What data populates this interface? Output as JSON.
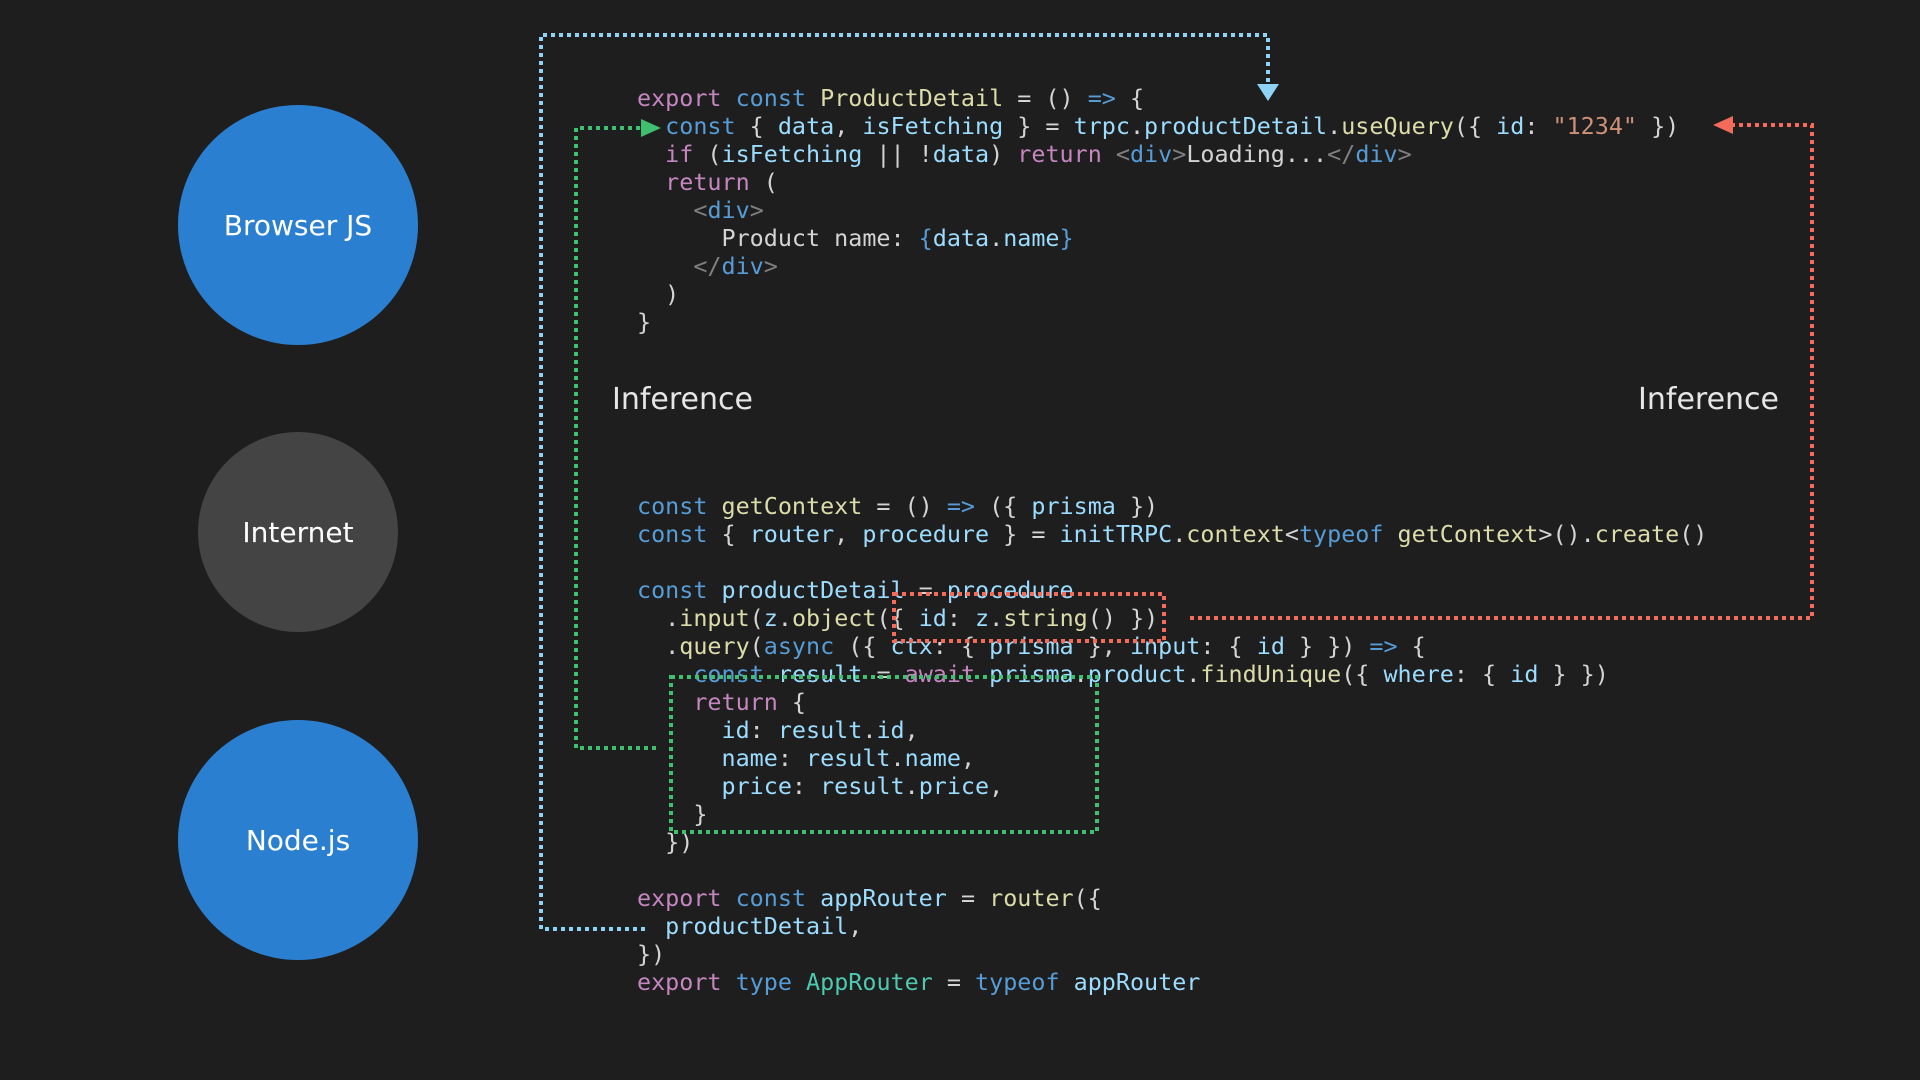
{
  "nodes": {
    "browser": {
      "label": "Browser JS",
      "color": "#2a7fd0"
    },
    "internet": {
      "label": "Internet",
      "color": "#444444"
    },
    "node": {
      "label": "Node.js",
      "color": "#2a7fd0"
    }
  },
  "labels": {
    "inference_left": "Inference",
    "inference_right": "Inference"
  },
  "code": {
    "client": [
      [
        [
          "kw",
          "export"
        ],
        [
          "pl",
          " "
        ],
        [
          "dc",
          "const"
        ],
        [
          "pl",
          " "
        ],
        [
          "fn",
          "ProductDetail"
        ],
        [
          "pl",
          " = () "
        ],
        [
          "dc",
          "=>"
        ],
        [
          "pl",
          " {"
        ]
      ],
      [
        [
          "pl",
          "  "
        ],
        [
          "dc",
          "const"
        ],
        [
          "pl",
          " { "
        ],
        [
          "vr",
          "data"
        ],
        [
          "pl",
          ", "
        ],
        [
          "vr",
          "isFetching"
        ],
        [
          "pl",
          " } = "
        ],
        [
          "vr",
          "trpc"
        ],
        [
          "pl",
          "."
        ],
        [
          "vr",
          "productDetail"
        ],
        [
          "pl",
          "."
        ],
        [
          "fn",
          "useQuery"
        ],
        [
          "pl",
          "({ "
        ],
        [
          "vr",
          "id"
        ],
        [
          "pl",
          ": "
        ],
        [
          "str",
          "\"1234\""
        ],
        [
          "pl",
          " })"
        ]
      ],
      [
        [
          "pl",
          "  "
        ],
        [
          "kw",
          "if"
        ],
        [
          "pl",
          " ("
        ],
        [
          "vr",
          "isFetching"
        ],
        [
          "pl",
          " || !"
        ],
        [
          "vr",
          "data"
        ],
        [
          "pl",
          ") "
        ],
        [
          "kw",
          "return"
        ],
        [
          "pl",
          " "
        ],
        [
          "tag",
          "<"
        ],
        [
          "jt",
          "div"
        ],
        [
          "tag",
          ">"
        ],
        [
          "pl",
          "Loading..."
        ],
        [
          "tag",
          "</"
        ],
        [
          "jt",
          "div"
        ],
        [
          "tag",
          ">"
        ]
      ],
      [
        [
          "pl",
          "  "
        ],
        [
          "kw",
          "return"
        ],
        [
          "pl",
          " ("
        ]
      ],
      [
        [
          "pl",
          "    "
        ],
        [
          "tag",
          "<"
        ],
        [
          "jt",
          "div"
        ],
        [
          "tag",
          ">"
        ]
      ],
      [
        [
          "pl",
          "      Product name: "
        ],
        [
          "jt",
          "{"
        ],
        [
          "vr",
          "data"
        ],
        [
          "pl",
          "."
        ],
        [
          "vr",
          "name"
        ],
        [
          "jt",
          "}"
        ]
      ],
      [
        [
          "pl",
          "    "
        ],
        [
          "tag",
          "</"
        ],
        [
          "jt",
          "div"
        ],
        [
          "tag",
          ">"
        ]
      ],
      [
        [
          "pl",
          "  )"
        ]
      ],
      [
        [
          "pl",
          "}"
        ]
      ]
    ],
    "server": [
      [
        [
          "dc",
          "const"
        ],
        [
          "pl",
          " "
        ],
        [
          "fn",
          "getContext"
        ],
        [
          "pl",
          " = () "
        ],
        [
          "dc",
          "=>"
        ],
        [
          "pl",
          " ({ "
        ],
        [
          "vr",
          "prisma"
        ],
        [
          "pl",
          " })"
        ]
      ],
      [
        [
          "dc",
          "const"
        ],
        [
          "pl",
          " { "
        ],
        [
          "vr",
          "router"
        ],
        [
          "pl",
          ", "
        ],
        [
          "vr",
          "procedure"
        ],
        [
          "pl",
          " } = "
        ],
        [
          "vr",
          "initTRPC"
        ],
        [
          "pl",
          "."
        ],
        [
          "fn",
          "context"
        ],
        [
          "pl",
          "<"
        ],
        [
          "dc",
          "typeof"
        ],
        [
          "pl",
          " "
        ],
        [
          "fn",
          "getContext"
        ],
        [
          "pl",
          ">()."
        ],
        [
          "fn",
          "create"
        ],
        [
          "pl",
          "()"
        ]
      ],
      [
        [
          "pl",
          " "
        ]
      ],
      [
        [
          "dc",
          "const"
        ],
        [
          "pl",
          " "
        ],
        [
          "vr",
          "productDetail"
        ],
        [
          "pl",
          " = "
        ],
        [
          "vr",
          "procedure"
        ]
      ],
      [
        [
          "pl",
          "  ."
        ],
        [
          "fn",
          "input"
        ],
        [
          "pl",
          "("
        ],
        [
          "vr",
          "z"
        ],
        [
          "pl",
          "."
        ],
        [
          "fn",
          "object"
        ],
        [
          "pl",
          "({ "
        ],
        [
          "vr",
          "id"
        ],
        [
          "pl",
          ": "
        ],
        [
          "vr",
          "z"
        ],
        [
          "pl",
          "."
        ],
        [
          "fn",
          "string"
        ],
        [
          "pl",
          "() })"
        ]
      ],
      [
        [
          "pl",
          "  ."
        ],
        [
          "fn",
          "query"
        ],
        [
          "pl",
          "("
        ],
        [
          "dc",
          "async"
        ],
        [
          "pl",
          " ({ "
        ],
        [
          "vr",
          "ctx"
        ],
        [
          "pl",
          ": { "
        ],
        [
          "vr",
          "prisma"
        ],
        [
          "pl",
          " }, "
        ],
        [
          "vr",
          "input"
        ],
        [
          "pl",
          ": { "
        ],
        [
          "vr",
          "id"
        ],
        [
          "pl",
          " } }) "
        ],
        [
          "dc",
          "=>"
        ],
        [
          "pl",
          " {"
        ]
      ],
      [
        [
          "pl",
          "    "
        ],
        [
          "dc",
          "const"
        ],
        [
          "pl",
          " "
        ],
        [
          "vr",
          "result"
        ],
        [
          "pl",
          " = "
        ],
        [
          "kw",
          "await"
        ],
        [
          "pl",
          " "
        ],
        [
          "vr",
          "prisma"
        ],
        [
          "pl",
          "."
        ],
        [
          "vr",
          "product"
        ],
        [
          "pl",
          "."
        ],
        [
          "fn",
          "findUnique"
        ],
        [
          "pl",
          "({ "
        ],
        [
          "vr",
          "where"
        ],
        [
          "pl",
          ": { "
        ],
        [
          "vr",
          "id"
        ],
        [
          "pl",
          " } })"
        ]
      ],
      [
        [
          "pl",
          "    "
        ],
        [
          "kw",
          "return"
        ],
        [
          "pl",
          " {"
        ]
      ],
      [
        [
          "pl",
          "      "
        ],
        [
          "vr",
          "id"
        ],
        [
          "pl",
          ": "
        ],
        [
          "vr",
          "result"
        ],
        [
          "pl",
          "."
        ],
        [
          "vr",
          "id"
        ],
        [
          "pl",
          ","
        ]
      ],
      [
        [
          "pl",
          "      "
        ],
        [
          "vr",
          "name"
        ],
        [
          "pl",
          ": "
        ],
        [
          "vr",
          "result"
        ],
        [
          "pl",
          "."
        ],
        [
          "vr",
          "name"
        ],
        [
          "pl",
          ","
        ]
      ],
      [
        [
          "pl",
          "      "
        ],
        [
          "vr",
          "price"
        ],
        [
          "pl",
          ": "
        ],
        [
          "vr",
          "result"
        ],
        [
          "pl",
          "."
        ],
        [
          "vr",
          "price"
        ],
        [
          "pl",
          ","
        ]
      ],
      [
        [
          "pl",
          "    }"
        ]
      ],
      [
        [
          "pl",
          "  })"
        ]
      ],
      [
        [
          "pl",
          " "
        ]
      ],
      [
        [
          "kw",
          "export"
        ],
        [
          "pl",
          " "
        ],
        [
          "dc",
          "const"
        ],
        [
          "pl",
          " "
        ],
        [
          "vr",
          "appRouter"
        ],
        [
          "pl",
          " = "
        ],
        [
          "fn",
          "router"
        ],
        [
          "pl",
          "({"
        ]
      ],
      [
        [
          "pl",
          "  "
        ],
        [
          "vr",
          "productDetail"
        ],
        [
          "pl",
          ","
        ]
      ],
      [
        [
          "pl",
          "})"
        ]
      ],
      [
        [
          "kw",
          "export"
        ],
        [
          "pl",
          " "
        ],
        [
          "dc",
          "type"
        ],
        [
          "pl",
          " "
        ],
        [
          "tp",
          "AppRouter"
        ],
        [
          "pl",
          " = "
        ],
        [
          "dc",
          "typeof"
        ],
        [
          "pl",
          " "
        ],
        [
          "vr",
          "appRouter"
        ]
      ]
    ]
  },
  "colors": {
    "router_arrow": "#8fd3f4",
    "output_inference": "#3fbf6f",
    "input_inference": "#f26b5b"
  }
}
